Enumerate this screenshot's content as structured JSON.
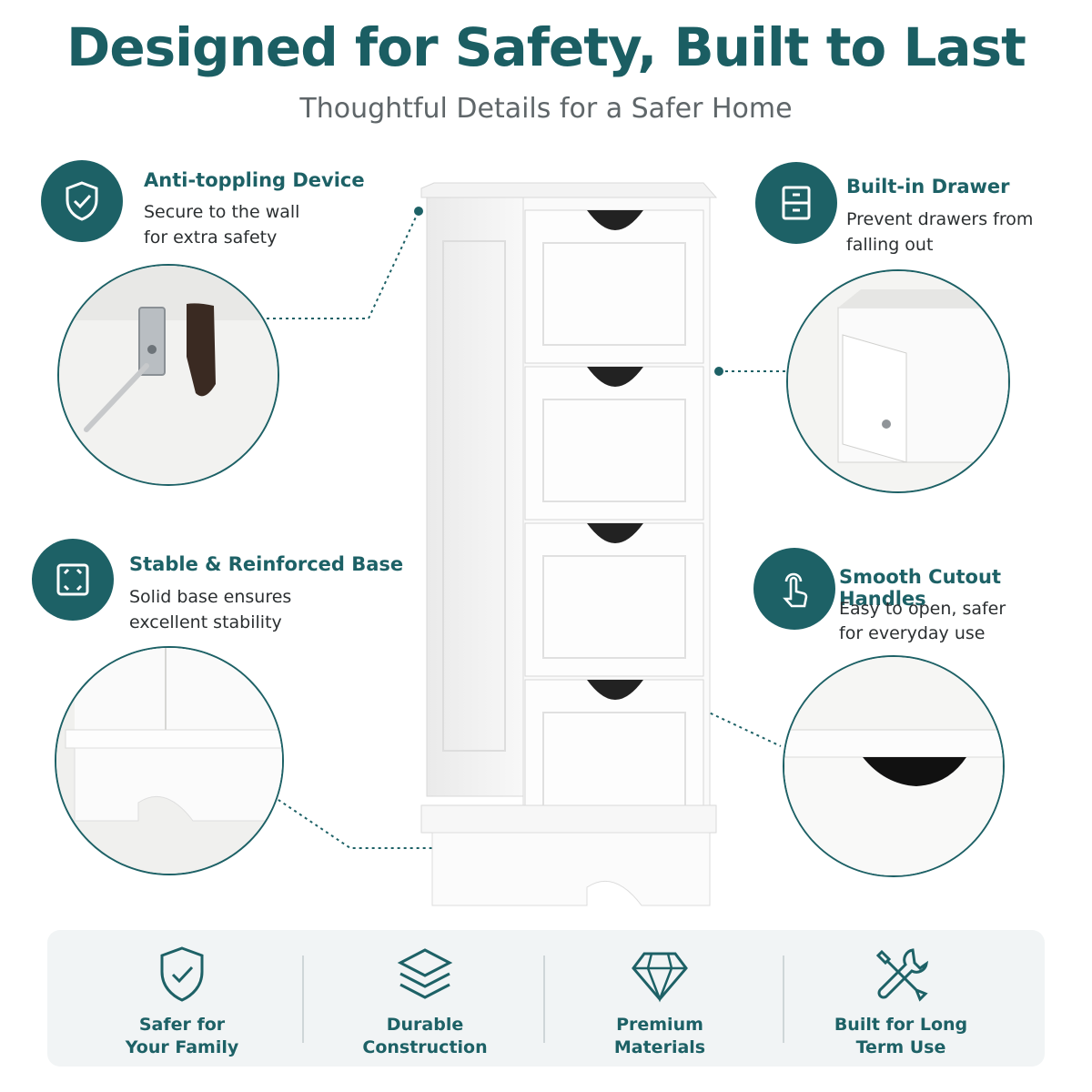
{
  "header": {
    "title": "Designed for Safety, Built to Last",
    "subtitle": "Thoughtful Details for a Safer Home"
  },
  "features": [
    {
      "title": "Anti-toppling Device",
      "desc_line1": "Secure to the wall",
      "desc_line2": "for extra safety",
      "icon": "shield-check-icon"
    },
    {
      "title": "Stable & Reinforced Base",
      "desc_line1": "Solid base ensures",
      "desc_line2": "excellent stability",
      "icon": "base-frame-icon"
    },
    {
      "title": "Built-in Drawer",
      "desc_line1": "Prevent drawers from",
      "desc_line2": "falling out",
      "icon": "drawer-icon"
    },
    {
      "title": "Smooth Cutout Handles",
      "desc_line1": "Easy to open, safer",
      "desc_line2": "for everyday use",
      "icon": "hand-tap-icon"
    }
  ],
  "benefits": [
    {
      "label": "Safer for\nYour Family",
      "icon": "shield-check-icon"
    },
    {
      "label": "Durable\nConstruction",
      "icon": "layers-icon"
    },
    {
      "label": "Premium\nMaterials",
      "icon": "diamond-icon"
    },
    {
      "label": "Built for Long\nTerm Use",
      "icon": "tools-icon"
    }
  ],
  "colors": {
    "accent": "#1d6166",
    "background": "#ffffff",
    "strip": "#f1f4f5"
  }
}
